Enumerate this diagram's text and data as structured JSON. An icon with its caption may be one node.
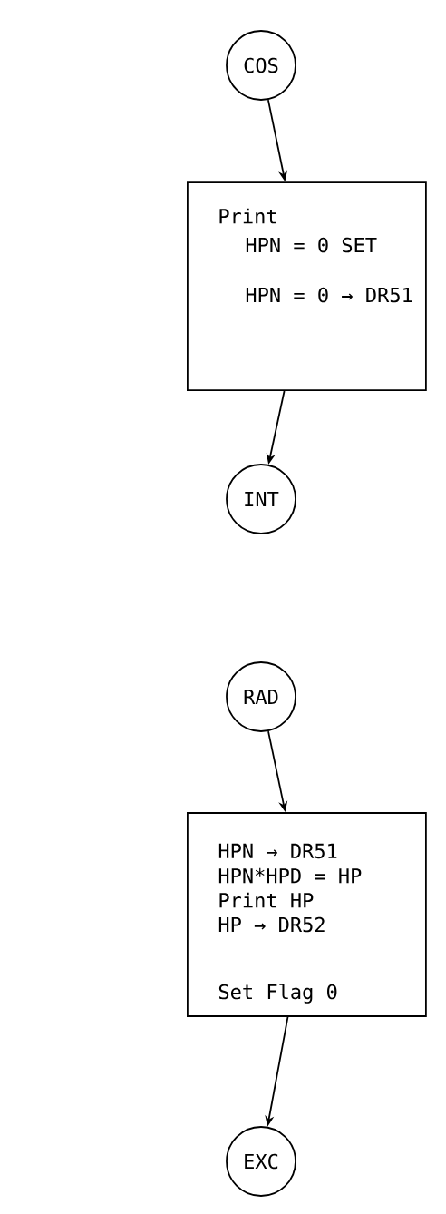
{
  "diagram": {
    "nodes": [
      {
        "text": [
          "COS"
        ]
      },
      {
        "text": [
          "Print",
          "HPN = 0 SET",
          "HPN = 0 → DR51"
        ]
      },
      {
        "text": [
          "INT"
        ]
      },
      {
        "text": [
          "RAD"
        ]
      },
      {
        "text": [
          "HPN → DR51",
          "HPN*HPD = HP",
          "Print HP",
          "HP → DR52",
          "Set Flag 0"
        ]
      },
      {
        "text": [
          "EXC"
        ]
      }
    ],
    "edges": [
      {
        "from": 0,
        "to": 1,
        "arrow": "to"
      },
      {
        "from": 1,
        "to": 2,
        "arrow": "to"
      },
      {
        "from": 3,
        "to": 4,
        "arrow": "to"
      },
      {
        "from": 4,
        "to": 5,
        "arrow": "to"
      }
    ]
  }
}
